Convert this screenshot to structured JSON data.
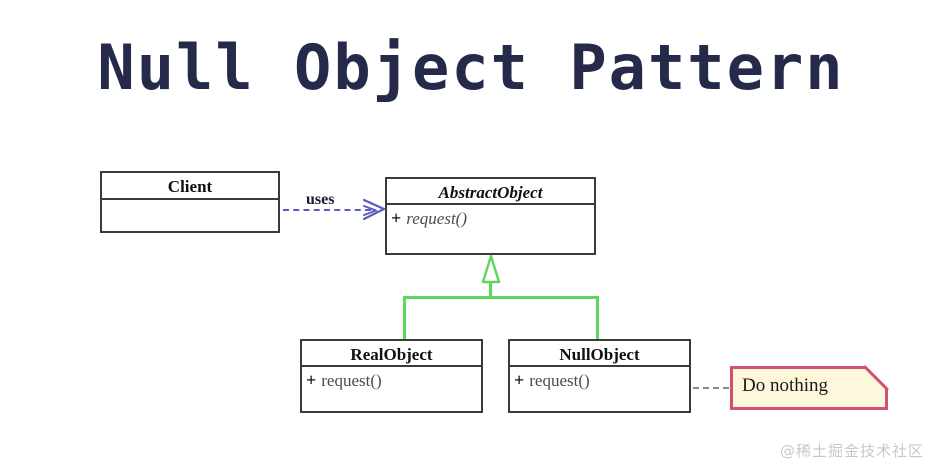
{
  "diagram": {
    "title": "Null Object Pattern",
    "background_color": "#ffffff",
    "title_color": "#252a4a"
  },
  "classes": {
    "client": {
      "name": "Client",
      "abstract": false,
      "members": []
    },
    "abstract_object": {
      "name": "AbstractObject",
      "abstract": true,
      "members": [
        {
          "visibility": "+",
          "signature": "request()",
          "italic": true
        }
      ]
    },
    "real_object": {
      "name": "RealObject",
      "abstract": false,
      "members": [
        {
          "visibility": "+",
          "signature": "request()",
          "italic": false
        }
      ]
    },
    "null_object": {
      "name": "NullObject",
      "abstract": false,
      "members": [
        {
          "visibility": "+",
          "signature": "request()",
          "italic": false
        }
      ]
    }
  },
  "relations": {
    "dependency": {
      "label": "uses",
      "from": "Client",
      "to": "AbstractObject",
      "style": "dashed",
      "color": "#5a5ac0",
      "arrow": "open"
    },
    "generalization": {
      "from": [
        "RealObject",
        "NullObject"
      ],
      "to": "AbstractObject",
      "style": "solid",
      "color": "#5cd65c",
      "arrow": "hollow-triangle"
    },
    "note_link": {
      "from": "NullObject",
      "to": "Do nothing",
      "style": "dashed",
      "color": "#8a8a8a"
    }
  },
  "note": {
    "text": "Do nothing",
    "fill_color": "#fdf8dc",
    "border_color": "#d4506e"
  },
  "watermark": {
    "text": "@稀土掘金技术社区",
    "color": "#c8c8c8"
  }
}
